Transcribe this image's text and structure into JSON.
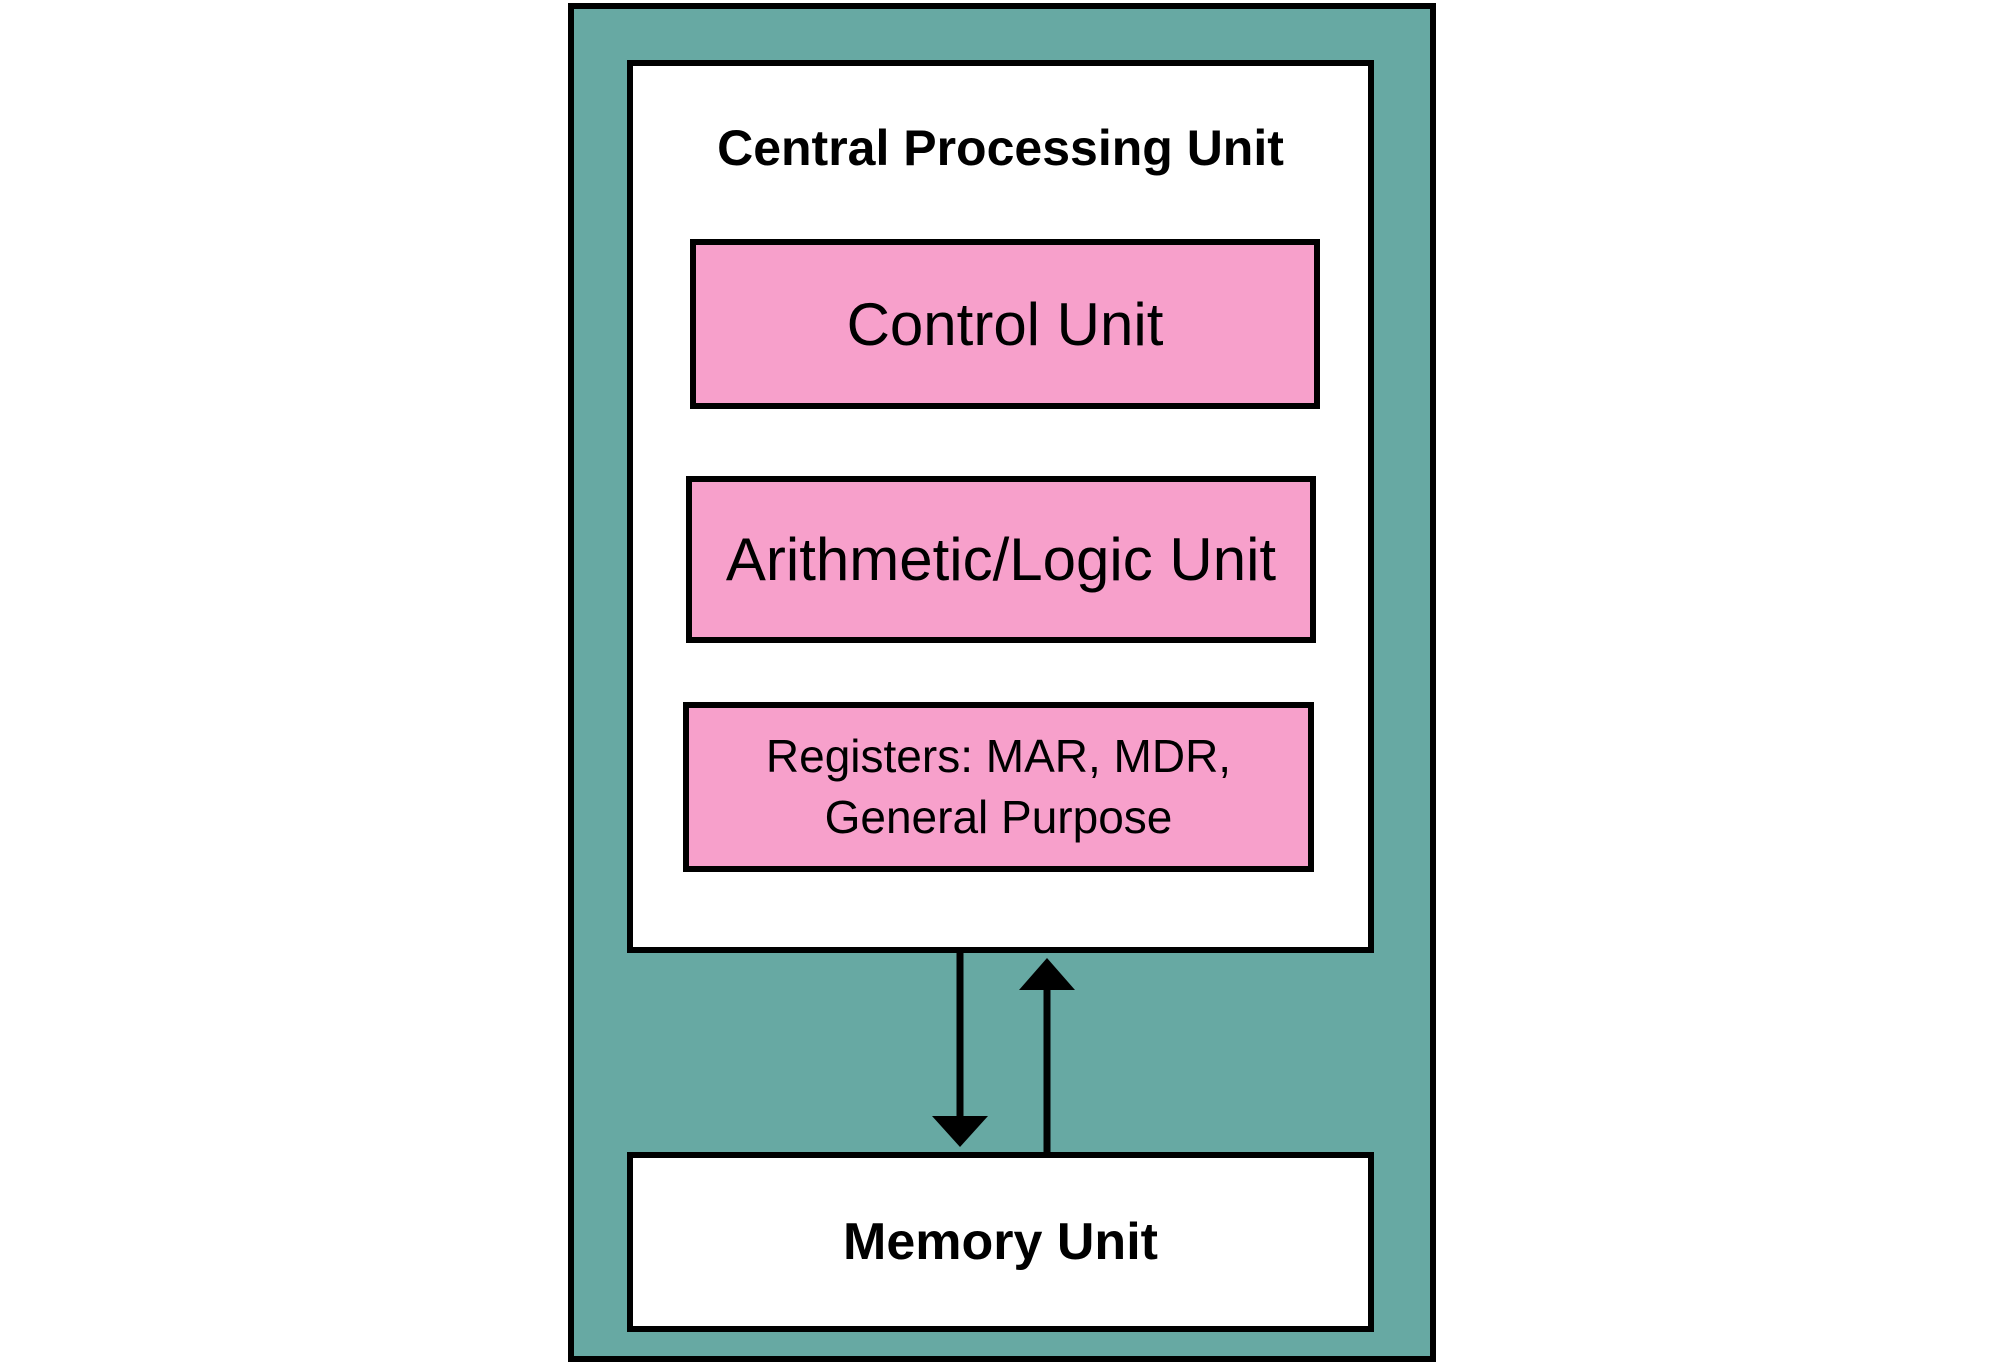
{
  "diagram": {
    "cpu_title": "Central Processing Unit",
    "control_unit": "Control Unit",
    "alu": "Arithmetic/Logic Unit",
    "registers": {
      "line1": "Registers: MAR, MDR,",
      "line2": "General Purpose"
    },
    "memory_unit": "Memory Unit"
  },
  "colors": {
    "outer_background": "#67a9a3",
    "unit_fill": "#f7a0cb",
    "box_fill": "#ffffff",
    "border": "#000000"
  },
  "connections": [
    {
      "from": "cpu",
      "to": "memory_unit",
      "direction": "down"
    },
    {
      "from": "memory_unit",
      "to": "cpu",
      "direction": "up"
    }
  ]
}
